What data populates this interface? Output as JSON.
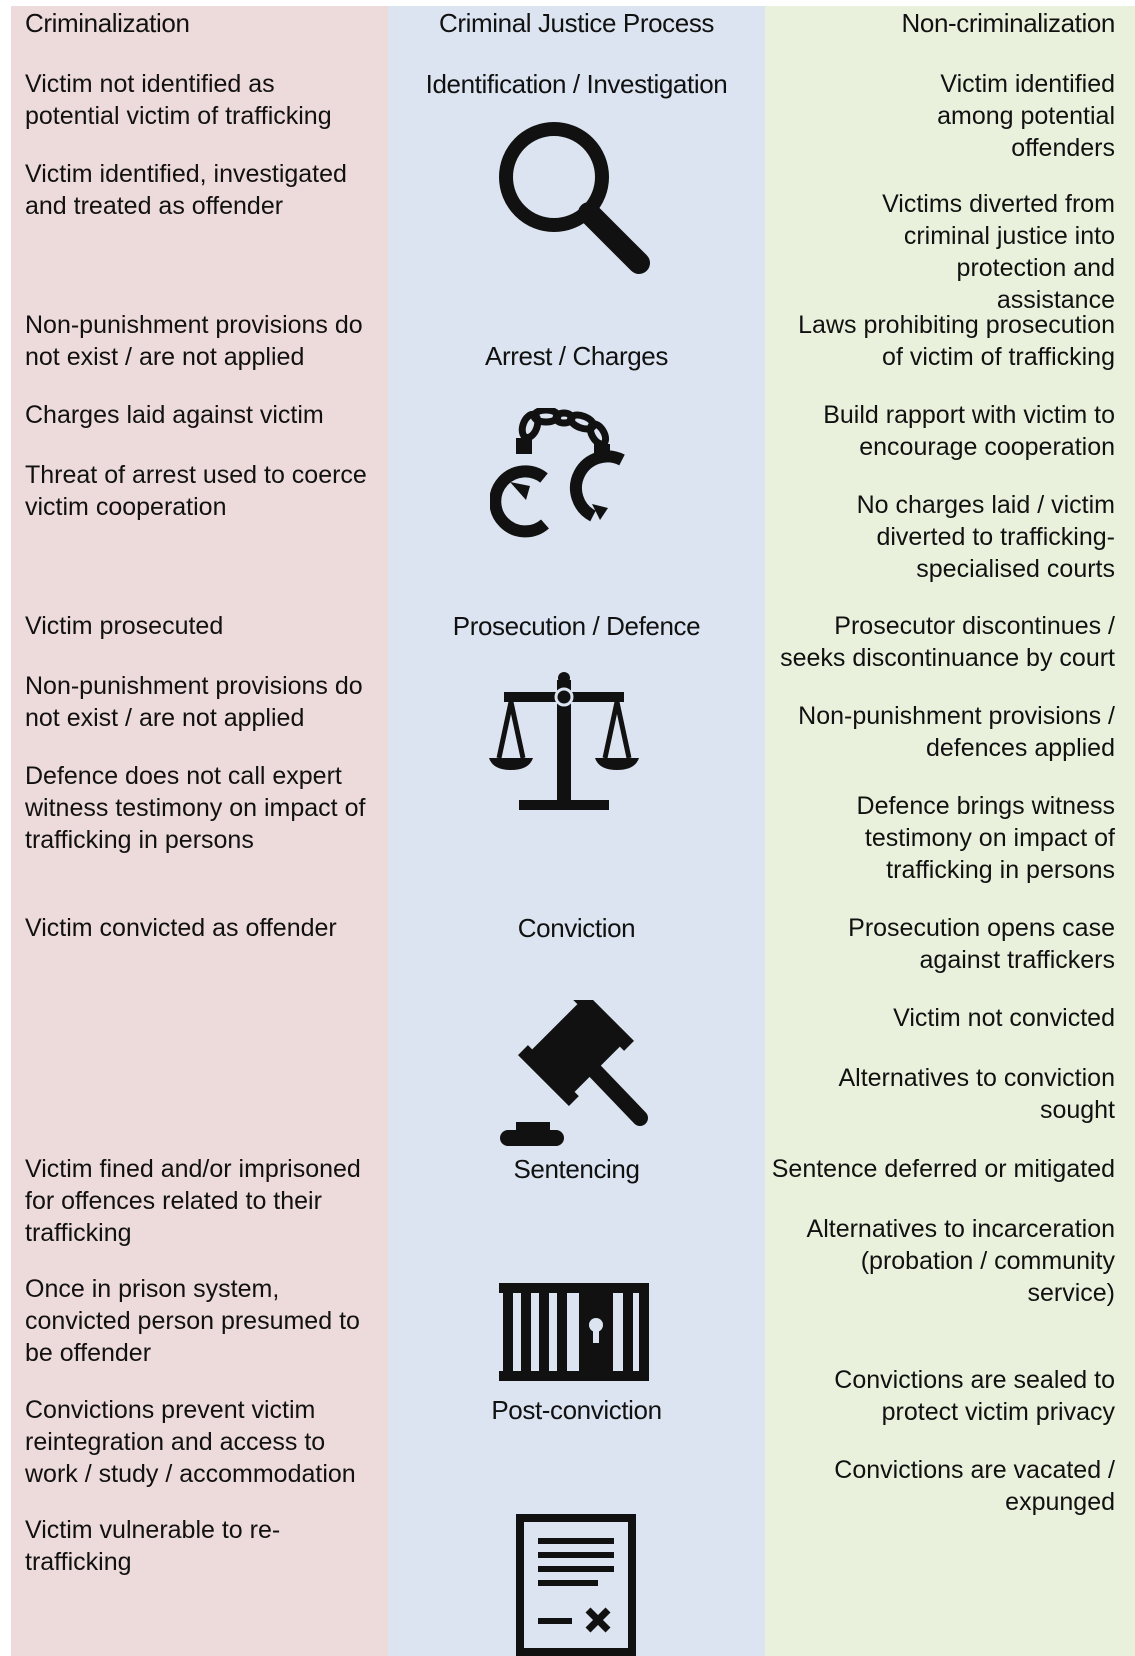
{
  "headers": {
    "left": "Criminalization",
    "middle": "Criminal Justice Process",
    "right": "Non-criminalization"
  },
  "stages": [
    {
      "label": "Identification / Investigation",
      "icon": "magnifier-icon"
    },
    {
      "label": "Arrest / Charges",
      "icon": "handcuffs-icon"
    },
    {
      "label": "Prosecution / Defence",
      "icon": "scales-icon"
    },
    {
      "label": "Conviction",
      "icon": "gavel-icon"
    },
    {
      "label": "Sentencing",
      "icon": "prison-bars-icon"
    },
    {
      "label": "Post-conviction",
      "icon": "document-icon"
    }
  ],
  "left_items": [
    "Victim not identified as\npotential victim of trafficking",
    "Victim identified, investigated\nand treated as offender",
    "Non-punishment provisions do\nnot exist / are not applied",
    "Charges laid against victim",
    "Threat of arrest used to coerce\nvictim cooperation",
    "Victim prosecuted",
    "Non-punishment provisions do\nnot exist / are not applied",
    "Defence does not call expert\nwitness testimony on impact of\ntrafficking in persons",
    "Victim convicted as offender",
    "Victim fined and/or imprisoned\nfor offences related to their\ntrafficking",
    "Once in prison system,\nconvicted person presumed to\nbe offender",
    "Convictions prevent victim\nreintegration and access to\nwork / study / accommodation",
    "Victim vulnerable to re-\ntrafficking"
  ],
  "right_items": [
    "Victim identified\namong potential\noffenders",
    "Victims diverted from\ncriminal justice into\nprotection and\nassistance",
    "Laws prohibiting prosecution\nof victim of trafficking",
    "Build rapport with victim to\nencourage cooperation",
    "No charges laid / victim\ndiverted to trafficking-\nspecialised courts",
    "Prosecutor discontinues /\nseeks discontinuance by court",
    "Non-punishment provisions /\ndefences applied",
    "Defence brings witness\ntestimony on impact of\ntrafficking in persons",
    "Prosecution opens case\nagainst traffickers",
    "Victim not convicted",
    "Alternatives to conviction\nsought",
    "Sentence deferred or mitigated",
    "Alternatives to incarceration\n(probation / community\nservice)",
    "Convictions are sealed to\nprotect victim privacy",
    "Convictions are vacated /\nexpunged"
  ]
}
